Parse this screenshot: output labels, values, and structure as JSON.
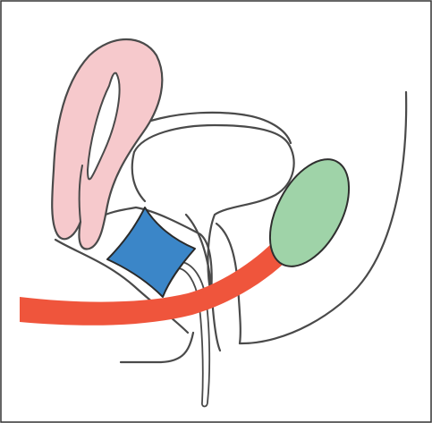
{
  "figure": {
    "colors": {
      "outline": "#4a4a4a",
      "background": "#ffffff",
      "border": "#333333",
      "pink_structure": "#f6c9cc",
      "blue_structure": "#3b86c8",
      "green_structure": "#9fd3a8",
      "red_structure": "#ef553c"
    },
    "shapes": [
      {
        "name": "pink-structure",
        "color": "pink_structure"
      },
      {
        "name": "blue-structure",
        "color": "blue_structure"
      },
      {
        "name": "green-structure",
        "color": "green_structure"
      },
      {
        "name": "red-structure",
        "color": "red_structure"
      }
    ]
  }
}
